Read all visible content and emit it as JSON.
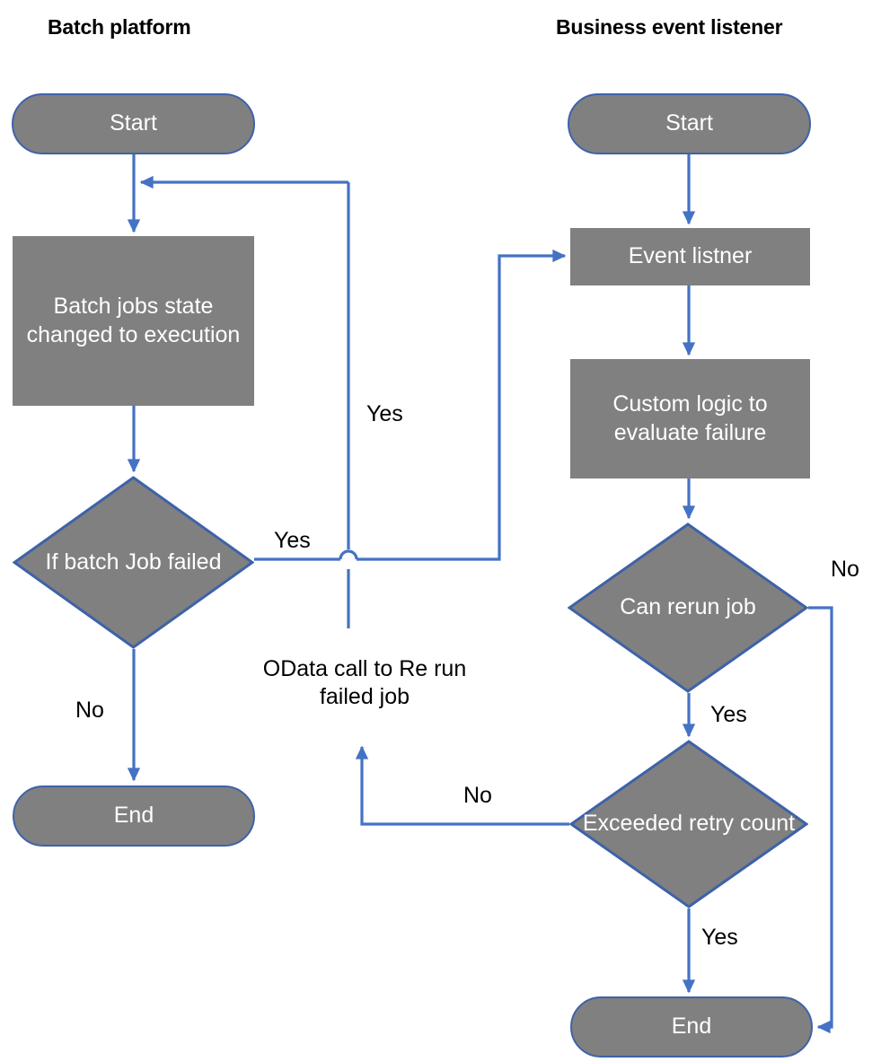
{
  "diagram": {
    "title_left": "Batch platform",
    "title_right": "Business event listener",
    "colors": {
      "node_fill": "#808080",
      "node_border": "#3E62A8",
      "connector": "#4472C4",
      "node_text": "#FFFFFF",
      "label_text": "#000000",
      "background": "#FFFFFF"
    }
  },
  "lanes": [
    {
      "id": "batch-platform",
      "title": "Batch platform",
      "nodes": [
        {
          "id": "left-start",
          "type": "terminator",
          "label": "Start"
        },
        {
          "id": "left-batch-state",
          "type": "process",
          "label": "Batch jobs state changed to execution"
        },
        {
          "id": "left-if-failed",
          "type": "decision",
          "label": "If batch Job failed"
        },
        {
          "id": "left-end",
          "type": "terminator",
          "label": "End"
        }
      ]
    },
    {
      "id": "business-event-listener",
      "title": "Business event listener",
      "nodes": [
        {
          "id": "right-start",
          "type": "terminator",
          "label": "Start"
        },
        {
          "id": "right-event-listener",
          "type": "process",
          "label": "Event listner"
        },
        {
          "id": "right-custom-logic",
          "type": "process",
          "label": "Custom logic to evaluate failure"
        },
        {
          "id": "right-can-rerun",
          "type": "decision",
          "label": "Can rerun job"
        },
        {
          "id": "right-exceeded-retry",
          "type": "decision",
          "label": "Exceeded retry count"
        },
        {
          "id": "right-end",
          "type": "terminator",
          "label": "End"
        }
      ]
    }
  ],
  "edge_labels": [
    {
      "id": "label-yes-vertical-feedback",
      "text": "Yes"
    },
    {
      "id": "label-yes-if-failed",
      "text": "Yes"
    },
    {
      "id": "label-no-if-failed",
      "text": "No"
    },
    {
      "id": "label-odata-call",
      "text": "OData call to Re run failed job"
    },
    {
      "id": "label-no-can-rerun",
      "text": "No"
    },
    {
      "id": "label-yes-can-rerun",
      "text": "Yes"
    },
    {
      "id": "label-no-exceeded-retry",
      "text": "No"
    },
    {
      "id": "label-yes-exceeded-retry",
      "text": "Yes"
    }
  ]
}
